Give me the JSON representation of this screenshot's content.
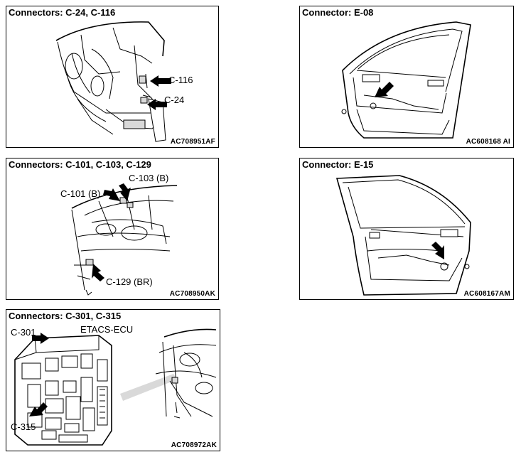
{
  "panels": [
    {
      "id": "p1",
      "title": "Connectors: C-24, C-116",
      "code": "AC708951AF",
      "callouts": [
        "C-116",
        "C-24"
      ]
    },
    {
      "id": "p2",
      "title": "Connector: E-08",
      "code": "AC608168 AI",
      "callouts": []
    },
    {
      "id": "p3",
      "title": "Connectors: C-101, C-103, C-129",
      "code": "AC708950AK",
      "callouts": [
        "C-103 (B)",
        "C-101 (B)",
        "C-129 (BR)"
      ]
    },
    {
      "id": "p4",
      "title": "Connector: E-15",
      "code": "AC608167AM",
      "callouts": []
    },
    {
      "id": "p5",
      "title": "Connectors: C-301, C-315",
      "code": "AC708972AK",
      "callouts": [
        "C-301",
        "ETACS-ECU",
        "C-315"
      ]
    }
  ]
}
